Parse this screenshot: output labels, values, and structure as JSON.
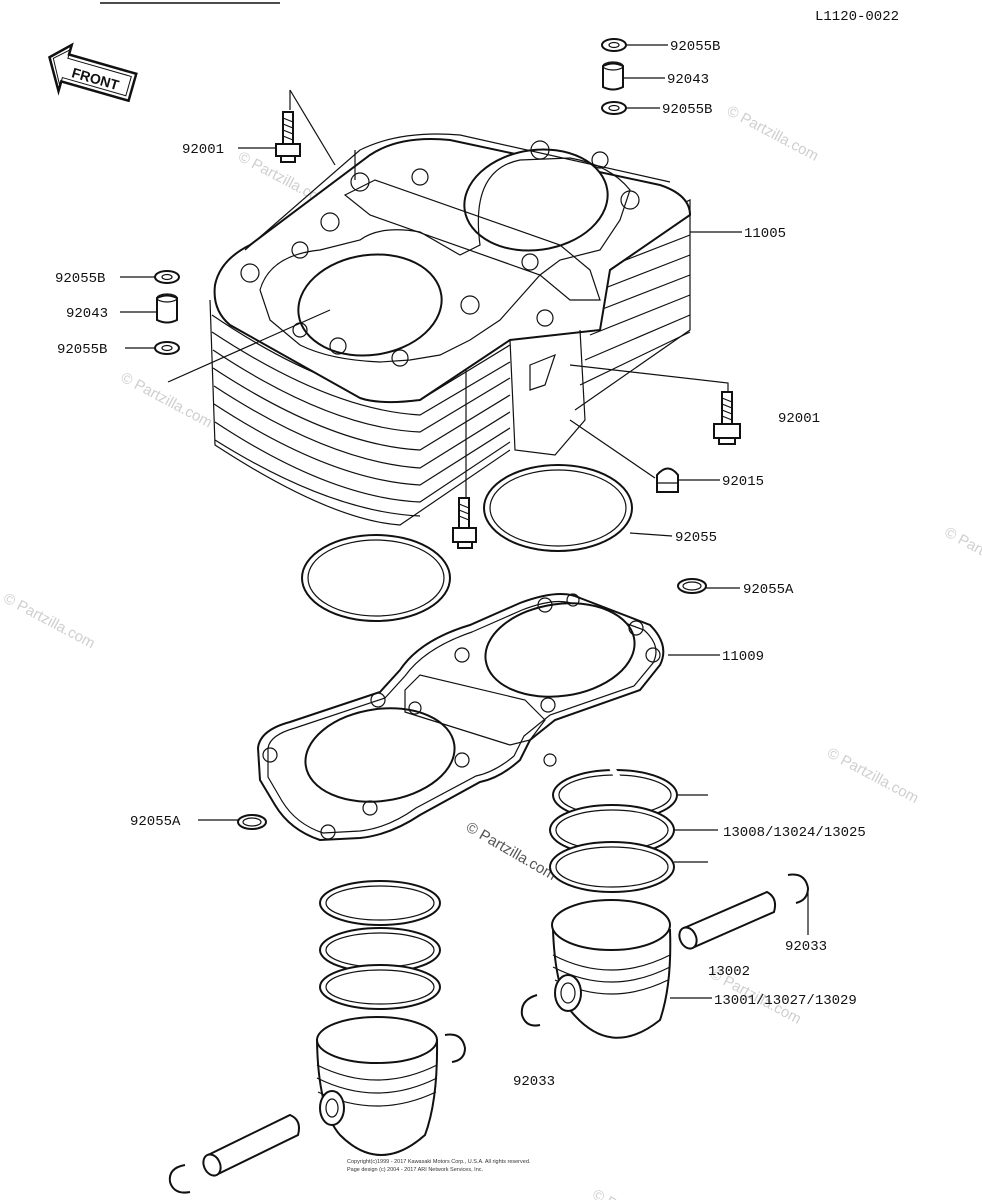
{
  "diagram_id": "L1120-0022",
  "front_label": "FRONT",
  "watermark": "© Partzilla.com",
  "center_watermark": "© Partzilla.com",
  "copyright": [
    "Copyright(c)1999 - 2017  Kawasaki Motors Corp., U.S.A.  All rights reserved.",
    "Page design (c) 2004 - 2017 ARI Network Services, Inc."
  ],
  "labels": {
    "p92055B_a": "92055B",
    "p92043_a": "92043",
    "p92055B_b": "92055B",
    "p92001_a": "92001",
    "p11005": "11005",
    "p92055B_c": "92055B",
    "p92043_b": "92043",
    "p92055B_d": "92055B",
    "p92001_b": "92001",
    "p92015": "92015",
    "p92055": "92055",
    "p92055A_a": "92055A",
    "p11009": "11009",
    "p92055A_b": "92055A",
    "p13008": "13008/13024/13025",
    "p92033_a": "92033",
    "p13002": "13002",
    "p13001": "13001/13027/13029",
    "p92033_b": "92033"
  }
}
